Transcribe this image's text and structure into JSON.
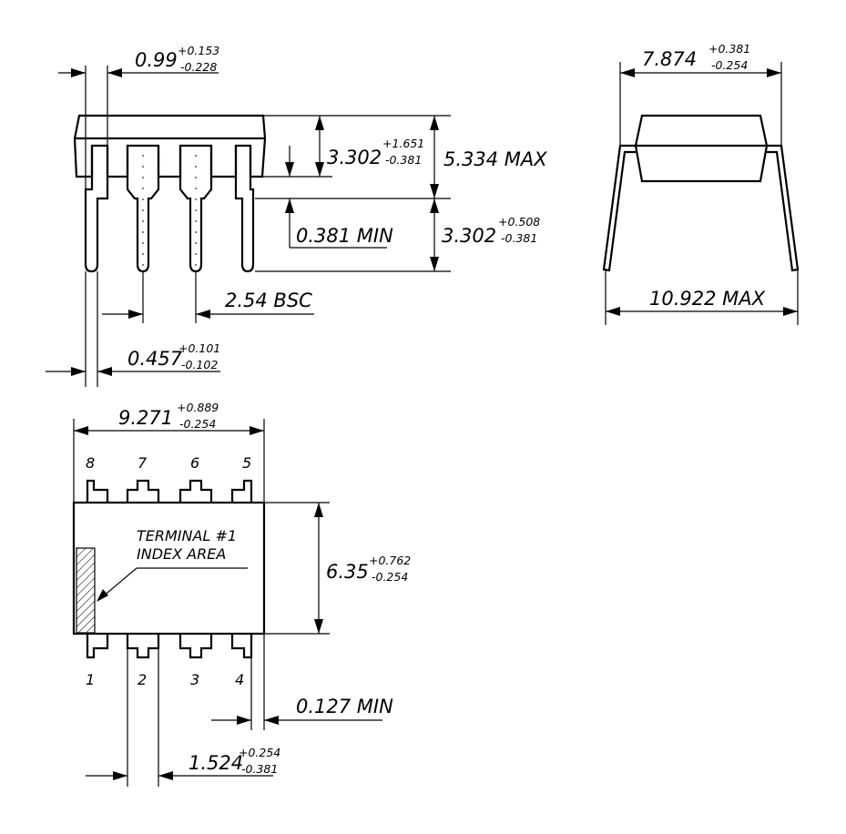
{
  "side_view": {
    "lead_width_top": {
      "value": "0.99",
      "plus": "+0.153",
      "minus": "-0.228"
    },
    "body_height": {
      "value": "3.302",
      "plus": "+1.651",
      "minus": "-0.381"
    },
    "overall_height": "5.334 MAX",
    "standoff": "0.381 MIN",
    "lead_length": {
      "value": "3.302",
      "plus": "+0.508",
      "minus": "-0.381"
    },
    "pitch": "2.54 BSC",
    "lead_width": {
      "value": "0.457",
      "plus": "+0.101",
      "minus": "-0.102"
    }
  },
  "end_view": {
    "row_spacing": {
      "value": "7.874",
      "plus": "+0.381",
      "minus": "-0.254"
    },
    "overall_width": "10.922 MAX"
  },
  "top_view": {
    "body_length": {
      "value": "9.271",
      "plus": "+0.889",
      "minus": "-0.254"
    },
    "body_width": {
      "value": "6.35",
      "plus": "+0.762",
      "minus": "-0.254"
    },
    "index_label_line1": "TERMINAL #1",
    "index_label_line2": "INDEX AREA",
    "end_gap": "0.127 MIN",
    "shoulder_width": {
      "value": "1.524",
      "plus": "+0.254",
      "minus": "-0.381"
    },
    "pins_top": [
      "8",
      "7",
      "6",
      "5"
    ],
    "pins_bottom": [
      "1",
      "2",
      "3",
      "4"
    ]
  }
}
